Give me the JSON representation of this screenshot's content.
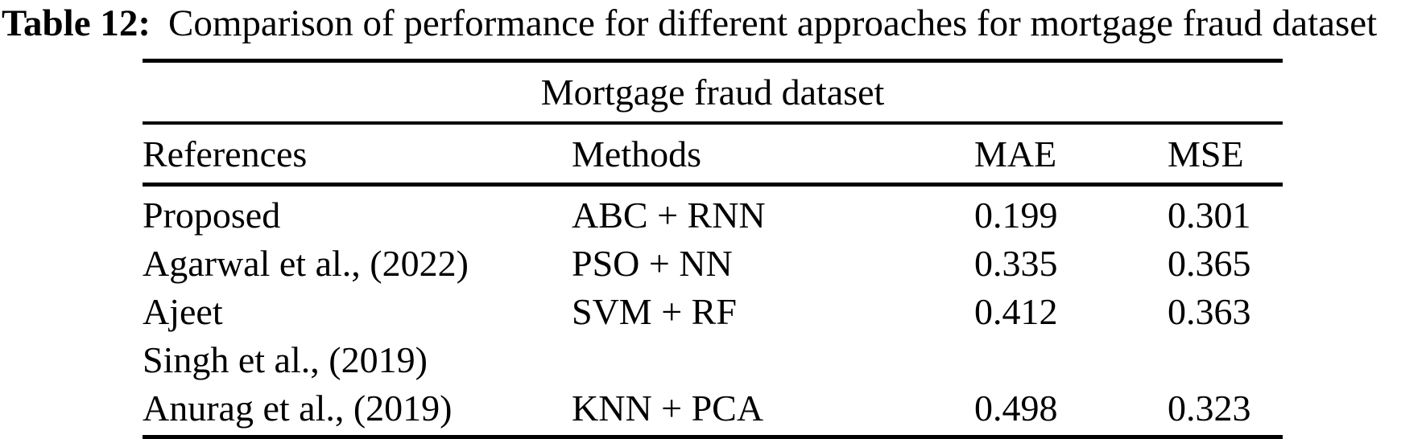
{
  "caption": {
    "label": "Table 12:",
    "text": "Comparison of performance for different approaches for mortgage fraud dataset"
  },
  "table": {
    "span_header": "Mortgage fraud dataset",
    "columns": [
      "References",
      "Methods",
      "MAE",
      "MSE"
    ],
    "rows": [
      {
        "reference": "Proposed",
        "method": "ABC + RNN",
        "mae": "0.199",
        "mse": "0.301"
      },
      {
        "reference": "Agarwal et al., (2022)",
        "method": "PSO + NN",
        "mae": "0.335",
        "mse": "0.365"
      },
      {
        "reference": "Ajeet Singh et al., (2019)",
        "reference_line1": "Ajeet",
        "reference_line2": "Singh et al., (2019)",
        "method": "SVM + RF",
        "mae": "0.412",
        "mse": "0.363"
      },
      {
        "reference": "Anurag et al., (2019)",
        "method": "KNN + PCA",
        "mae": "0.498",
        "mse": "0.323"
      }
    ]
  }
}
